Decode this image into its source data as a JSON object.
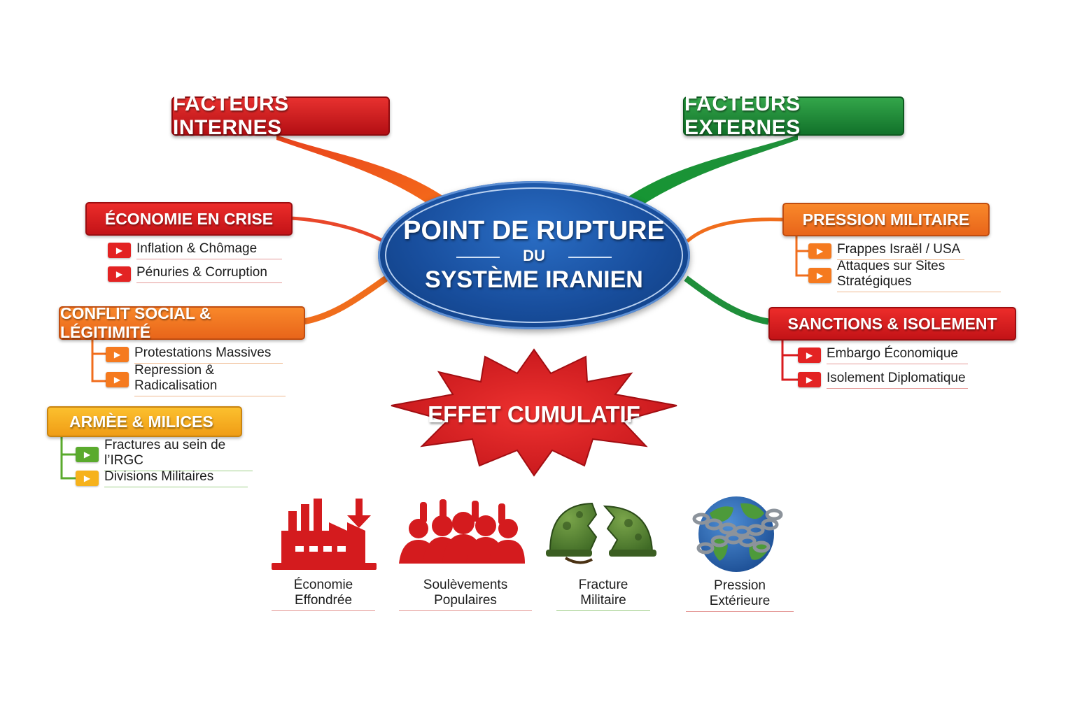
{
  "center": {
    "line1": "POINT DE RUPTURE",
    "line2": "DU",
    "line3": "SYSTÈME IRANIEN"
  },
  "headers": {
    "internes": "FACTEURS INTERNES",
    "externes": "FACTEURS EXTERNES"
  },
  "categories": [
    {
      "label": "ÉCONOMIE EN CRISE",
      "items": [
        "Inflation & Chômage",
        "Pénuries & Corruption"
      ]
    },
    {
      "label": "CONFLIT SOCIAL & LÉGITIMITÉ",
      "items": [
        "Protestations Massives",
        "Repression & Radicalisation"
      ]
    },
    {
      "label": "ARMÈE & MILICES",
      "items": [
        "Fractures au sein de l’IRGC",
        "Divisions Militaires"
      ]
    },
    {
      "label": "PRESSION MILITAIRE",
      "items": [
        "Frappes Israël / USA",
        "Attaques sur Sites Stratégiques"
      ]
    },
    {
      "label": "SANCTIONS & ISOLEMENT",
      "items": [
        "Embargo Économique",
        "Isolement Diplomatique"
      ]
    }
  ],
  "burst": {
    "label": "EFFET CUMULATIF"
  },
  "icons": [
    {
      "icon": "factory-decline-icon",
      "label": "Économie Effondrée"
    },
    {
      "icon": "crowd-protest-icon",
      "label": "Soulèvements Populaires"
    },
    {
      "icon": "broken-helmet-icon",
      "label": "Fracture Militaire"
    },
    {
      "icon": "chained-globe-icon",
      "label": "Pression Extérieure"
    }
  ],
  "colors": {
    "red": "#d91b1e",
    "green": "#1b8a35",
    "orange": "#f06d1c",
    "yellow": "#f7b21d",
    "blue": "#1a4fa0"
  }
}
